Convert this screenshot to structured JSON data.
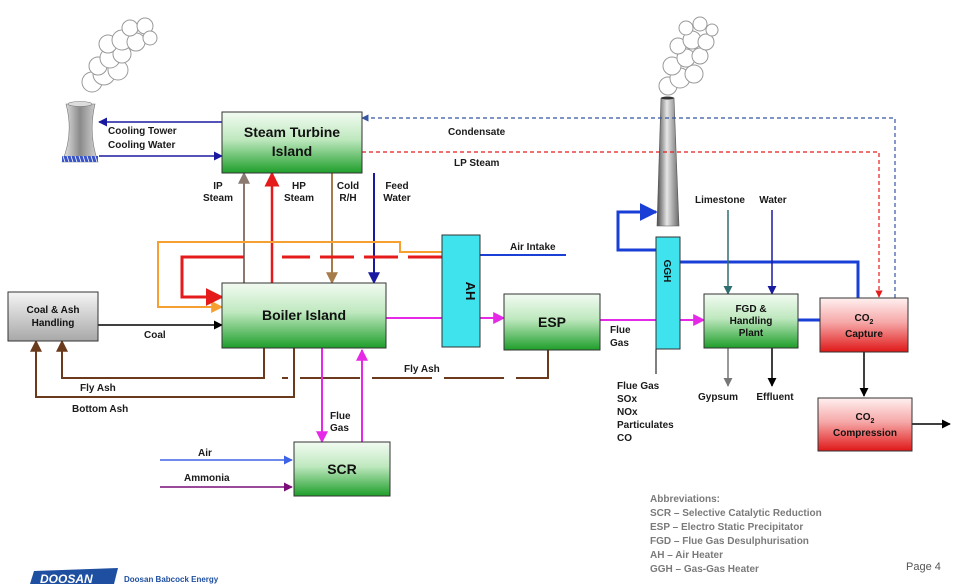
{
  "colors": {
    "green_top": "#e9f7e9",
    "green_bottom": "#1e9e2a",
    "red_top": "#ffe5e5",
    "red_bottom": "#e01818",
    "cyan": "#3fe3ee",
    "grey_top": "#f2f2f2",
    "grey_bottom": "#a8a8a8",
    "steam_red": "#e51b1b",
    "feed_blue": "#1a1aa0",
    "intake_blue": "#1a3fd6",
    "ip_grey": "#8a7a70",
    "cold_rh": "#a67c4a",
    "magenta": "#e629e6",
    "orange": "#f5a030",
    "brown": "#6b3a1c",
    "ammonia": "#7a0f7a",
    "air_line": "#3f63e6"
  },
  "boxes": {
    "steam_turbine": "Steam Turbine Island",
    "boiler": "Boiler Island",
    "coal_ash": "Coal & Ash Handling",
    "ah": "AH",
    "esp": "ESP",
    "ggh": "GGH",
    "fgd": "FGD & Handling Plant",
    "co2_capture": "Capture",
    "co2_compression": "Compression",
    "co2_prefix": "CO",
    "co2_sub": "2",
    "scr": "SCR"
  },
  "labels": {
    "cooling_tower": "Cooling Tower",
    "cooling_water": "Cooling Water",
    "condensate": "Condensate",
    "lp_steam": "LP Steam",
    "ip_steam_1": "IP",
    "ip_steam_2": "Steam",
    "hp_steam_1": "HP",
    "hp_steam_2": "Steam",
    "cold_rh_1": "Cold",
    "cold_rh_2": "R/H",
    "feed_water_1": "Feed",
    "feed_water_2": "Water",
    "air_intake": "Air Intake",
    "coal": "Coal",
    "fly_ash_left": "Fly Ash",
    "fly_ash_right": "Fly Ash",
    "bottom_ash": "Bottom Ash",
    "flue_gas_scr_1": "Flue",
    "flue_gas_scr_2": "Gas",
    "air": "Air",
    "ammonia": "Ammonia",
    "flue_gas_ggh_1": "Flue",
    "flue_gas_ggh_2": "Gas",
    "limestone": "Limestone",
    "water": "Water",
    "gypsum": "Gypsum",
    "effluent": "Effluent",
    "emissions": [
      "Flue Gas",
      "SOx",
      "NOx",
      "Particulates",
      "CO"
    ]
  },
  "abbreviations": {
    "title": "Abbreviations:",
    "items": [
      "SCR – Selective Catalytic Reduction",
      "ESP – Electro Static Precipitator",
      "FGD – Flue Gas Desulphurisation",
      "AH – Air Heater",
      "GGH – Gas-Gas Heater"
    ]
  },
  "footer": {
    "page": "Page 4",
    "logo": "DOOSAN",
    "company": "Doosan Babcock Energy"
  }
}
